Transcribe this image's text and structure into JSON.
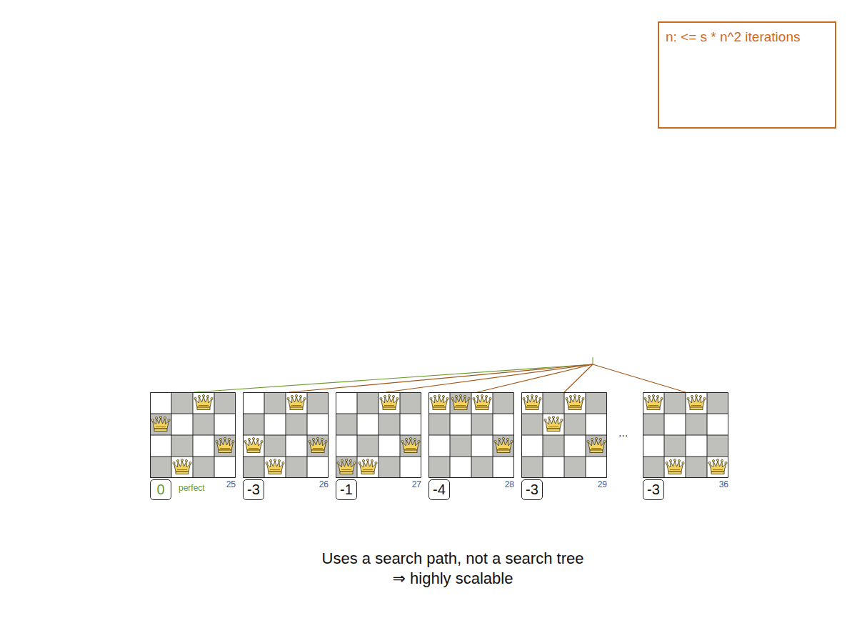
{
  "diagram": {
    "caption": "Uses a search path, not a search tree ⇒ highly scalable",
    "nodes": [
      {
        "text": [
          "n: <= s * n^2 iterations"
        ]
      },
      {
        "text": [
          "0"
        ]
      },
      {
        "text": [
          "-3"
        ]
      },
      {
        "text": [
          "-1"
        ]
      },
      {
        "text": [
          "-4"
        ]
      },
      {
        "text": [
          "-3"
        ]
      },
      {
        "text": [
          "-3"
        ]
      }
    ],
    "labels": [
      "perfect",
      "25",
      "26",
      "27",
      "28",
      "29",
      "...",
      "36"
    ]
  }
}
